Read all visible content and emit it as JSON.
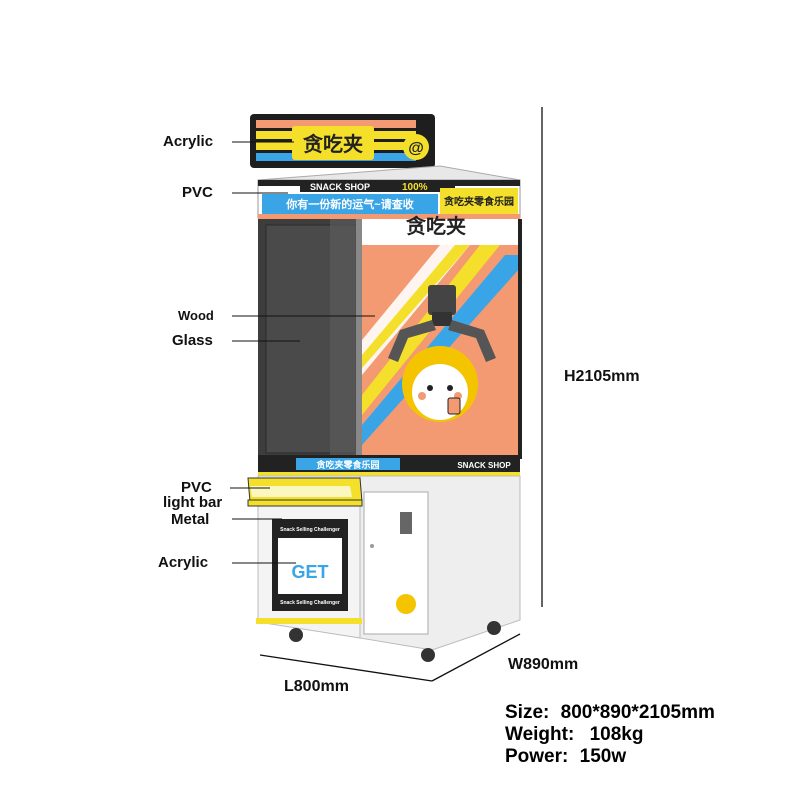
{
  "callouts": {
    "acrylic_top": "Acrylic",
    "pvc_top": "PVC",
    "wood": "Wood",
    "glass": "Glass",
    "pvc_bottom": "PVC",
    "light_bar": "light bar",
    "metal": "Metal",
    "acrylic_bottom": "Acrylic"
  },
  "dimensions": {
    "height": "H2105mm",
    "width": "W890mm",
    "length": "L800mm"
  },
  "specs": {
    "size_label": "Size:",
    "size_value": "800*890*2105mm",
    "weight_label": "Weight:",
    "weight_value": "108kg",
    "power_label": "Power:",
    "power_value": "150w"
  },
  "machine": {
    "brand_top": "贪吃夹",
    "at_symbol": "@",
    "snack_shop": "SNACK SHOP",
    "percent": "100%",
    "banner_left": "你有一份新的运气~请查收",
    "banner_right": "贪吃夹零食乐园",
    "brand_panel": "贪吃夹",
    "ledge_text": "贪吃夹零食乐园",
    "ledge_snack": "SNACK SHOP",
    "prize_top": "Snack Selling Challenger",
    "prize_big": "GET",
    "prize_bottom": "Snack Selling Challenger"
  },
  "colors": {
    "accent_yellow": "#f4e02a",
    "accent_orange": "#f39a73",
    "accent_blue": "#3aa5e6",
    "frame_dark": "#222222",
    "cabinet_white": "#f4f4f4"
  }
}
